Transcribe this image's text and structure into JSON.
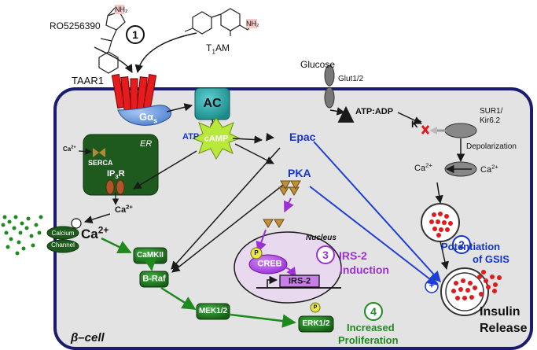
{
  "labels": {
    "ro": "RO5256390",
    "nh2_a": "NH₂",
    "nh2_b": "NH₂",
    "t1am_main": "T",
    "t1am_sub": "1",
    "t1am_rest": "AM",
    "taar1": "TAAR1",
    "gas": "Gα",
    "gas_sub": "s",
    "ac": "AC",
    "atp": "ATP",
    "camp": "cAMP",
    "glucose": "Glucose",
    "glut": "Glut1/2",
    "atpadp": "ATP:ADP",
    "kplus": "K",
    "sur1": "SUR1/",
    "kir": "Kir6.2",
    "depol": "Depolarization",
    "ca_in": "Ca",
    "ca_out": "Ca",
    "epac": "Epac",
    "pka": "PKA",
    "er": "ER",
    "serca": "SERCA",
    "ip3r": "IP",
    "ip3r_sub": "3",
    "ip3r_r": "R",
    "ca_er": "Ca",
    "ca_er2": "Ca",
    "ca_main": "Ca",
    "calcium_channel": "Calcium Channel",
    "camkii": "CaMKII",
    "braf": "B-Raf",
    "mek": "MEK1/2",
    "erk": "ERK1/2",
    "nucleus": "Nucleus",
    "creb": "CREB",
    "irs2": "IRS-2",
    "num1": "1",
    "num2": "2",
    "num3": "3",
    "num4": "4",
    "potentiation": "Potentiation",
    "of_gsis": "of GSIS",
    "irs2_ind1": "IRS-2",
    "irs2_ind2": "Induction",
    "incr1": "Increased",
    "incr2": "Proliferation",
    "insulin": "Insulin",
    "release": "Release",
    "bcell": "β–cell",
    "p": "P",
    "plus": "+",
    "two_plus": "2+",
    "r": "R",
    "c": "C"
  },
  "colors": {
    "cell_fill": "#e3e3e3",
    "cell_border": "#1c1c6e",
    "taar1": "#e31d1d",
    "gas": "#6d9ce0",
    "ac": "#2aa7a7",
    "camp": "#b7e83a",
    "er": "#1e5a1e",
    "green": "#1e8a1e",
    "pka_blue": "#1535c8",
    "purple": "#9b30d9",
    "nucleus": "#e8d9ef",
    "insulin_red": "#e01b1b",
    "olive": "#b08a3a"
  }
}
